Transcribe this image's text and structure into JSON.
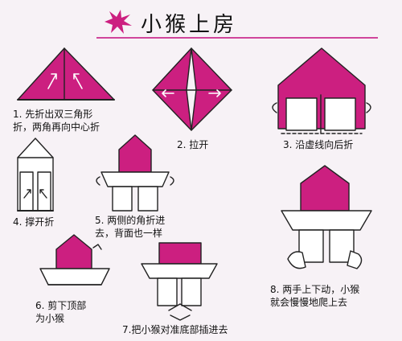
{
  "title": "小猴上房",
  "colors": {
    "paper": "#cc1f80",
    "outline": "#222222",
    "accent": "#d0459b",
    "background": "#f7f2f6"
  },
  "steps": [
    {
      "id": "s1",
      "line1": "1. 先折出双三角形",
      "line2": "折，两角再向中心折"
    },
    {
      "id": "s2",
      "line1": "2. 拉开"
    },
    {
      "id": "s3",
      "line1": "3. 沿虚线向后折"
    },
    {
      "id": "s4",
      "line1": "4. 撑开折"
    },
    {
      "id": "s5",
      "line1": "5. 两侧的角折进",
      "line2": "去，背面也一样"
    },
    {
      "id": "s6",
      "line1": "6. 剪下顶部",
      "line2": "为小猴"
    },
    {
      "id": "s7",
      "line1": "7.把小猴对准底部插进去"
    },
    {
      "id": "s8",
      "line1": "8. 两手上下动，小猴",
      "line2": "就会慢慢地爬上去"
    }
  ]
}
